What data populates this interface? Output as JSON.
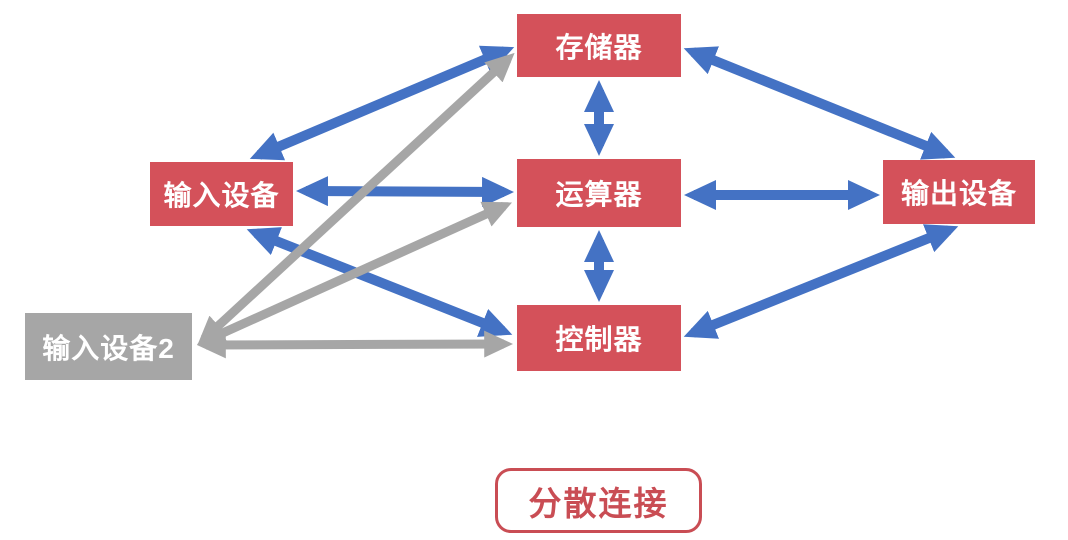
{
  "caption": {
    "label": "分散连接"
  },
  "nodes": {
    "memory": {
      "label": "存储器"
    },
    "input": {
      "label": "输入设备"
    },
    "alu": {
      "label": "运算器"
    },
    "output": {
      "label": "输出设备"
    },
    "controller": {
      "label": "控制器"
    },
    "input2": {
      "label": "输入设备2"
    }
  },
  "edges": [
    {
      "from": "输入设备",
      "to": "存储器",
      "color": "blue",
      "bidirectional": true
    },
    {
      "from": "存储器",
      "to": "输出设备",
      "color": "blue",
      "bidirectional": true
    },
    {
      "from": "存储器",
      "to": "运算器",
      "color": "blue",
      "bidirectional": true
    },
    {
      "from": "输入设备",
      "to": "运算器",
      "color": "blue",
      "bidirectional": true
    },
    {
      "from": "运算器",
      "to": "输出设备",
      "color": "blue",
      "bidirectional": true
    },
    {
      "from": "运算器",
      "to": "控制器",
      "color": "blue",
      "bidirectional": true
    },
    {
      "from": "输入设备",
      "to": "控制器",
      "color": "blue",
      "bidirectional": true
    },
    {
      "from": "控制器",
      "to": "输出设备",
      "color": "blue",
      "bidirectional": true
    },
    {
      "from": "输入设备2",
      "to": "存储器",
      "color": "gray",
      "bidirectional": true
    },
    {
      "from": "输入设备2",
      "to": "运算器",
      "color": "gray",
      "bidirectional": true
    },
    {
      "from": "输入设备2",
      "to": "控制器",
      "color": "gray",
      "bidirectional": true
    }
  ],
  "colors": {
    "node_red": "#D4515A",
    "node_gray": "#A6A6A6",
    "arrow_blue": "#4472C4",
    "arrow_gray": "#A6A6A6",
    "caption_red": "#C94D54",
    "background": "#FFFFFF"
  }
}
